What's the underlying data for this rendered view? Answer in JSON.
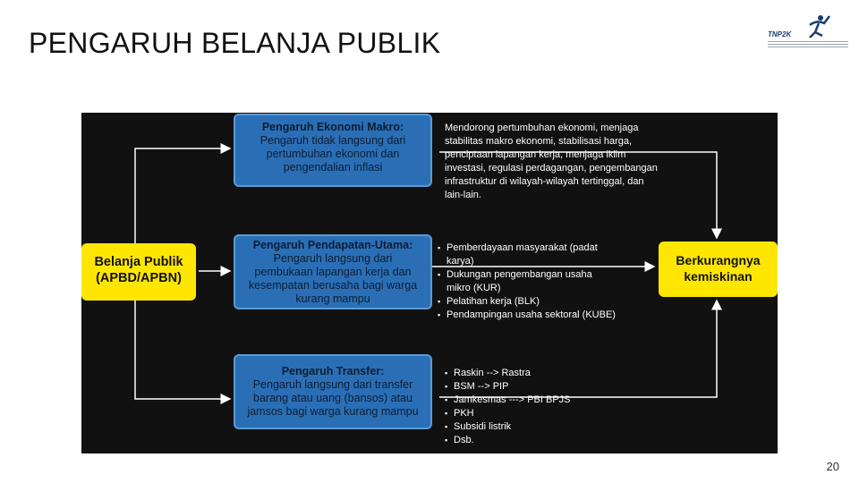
{
  "slide": {
    "title": "PENGARUH BELANJA PUBLIK",
    "page_number": "20"
  },
  "logo": {
    "text": "TNP2K"
  },
  "source": {
    "label_line1": "Belanja Publik",
    "label_line2": "(APBD/APBN)"
  },
  "outcome": {
    "label_line1": "Berkurangnya",
    "label_line2": "kemiskinan"
  },
  "channels": [
    {
      "heading": "Pengaruh Ekonomi Makro:",
      "lines": [
        "Pengaruh tidak langsung dari",
        "pertumbuhan ekonomi dan",
        "pengendalian inflasi"
      ]
    },
    {
      "heading": "Pengaruh Pendapatan-Utama:",
      "lines": [
        "Pengaruh langsung dari",
        "pembukaan lapangan kerja dan",
        "kesempatan berusaha bagi warga",
        "kurang mampu"
      ]
    },
    {
      "heading": "Pengaruh Transfer:",
      "lines": [
        "Pengaruh langsung dari transfer",
        "barang atau uang (bansos) atau",
        "jamsos bagi warga kurang mampu"
      ]
    }
  ],
  "descriptions": {
    "macro": [
      "Mendorong pertumbuhan ekonomi, menjaga",
      "stabilitas makro ekonomi, stabilisasi harga,",
      "penciptaan lapangan kerja, menjaga iklim",
      "investasi, regulasi perdagangan, pengembangan",
      "infrastruktur di wilayah-wilayah tertinggal, dan",
      "lain-lain."
    ],
    "income": [
      "Pemberdayaan masyarakat (padat karya)",
      "Dukungan pengembangan usaha mikro (KUR)",
      "Pelatihan kerja (BLK)",
      "Pendampingan usaha sektoral (KUBE)"
    ],
    "transfer": [
      "Raskin --> Rastra",
      "BSM --> PIP",
      "Jamkesmas ---> PBI BPJS",
      "PKH",
      "Subsidi listrik",
      "Dsb."
    ]
  },
  "colors": {
    "panel_bg": "#111111",
    "blue_box": "#2a6fb6",
    "yellow_box": "#ffe600",
    "arrow": "#ffffff"
  }
}
